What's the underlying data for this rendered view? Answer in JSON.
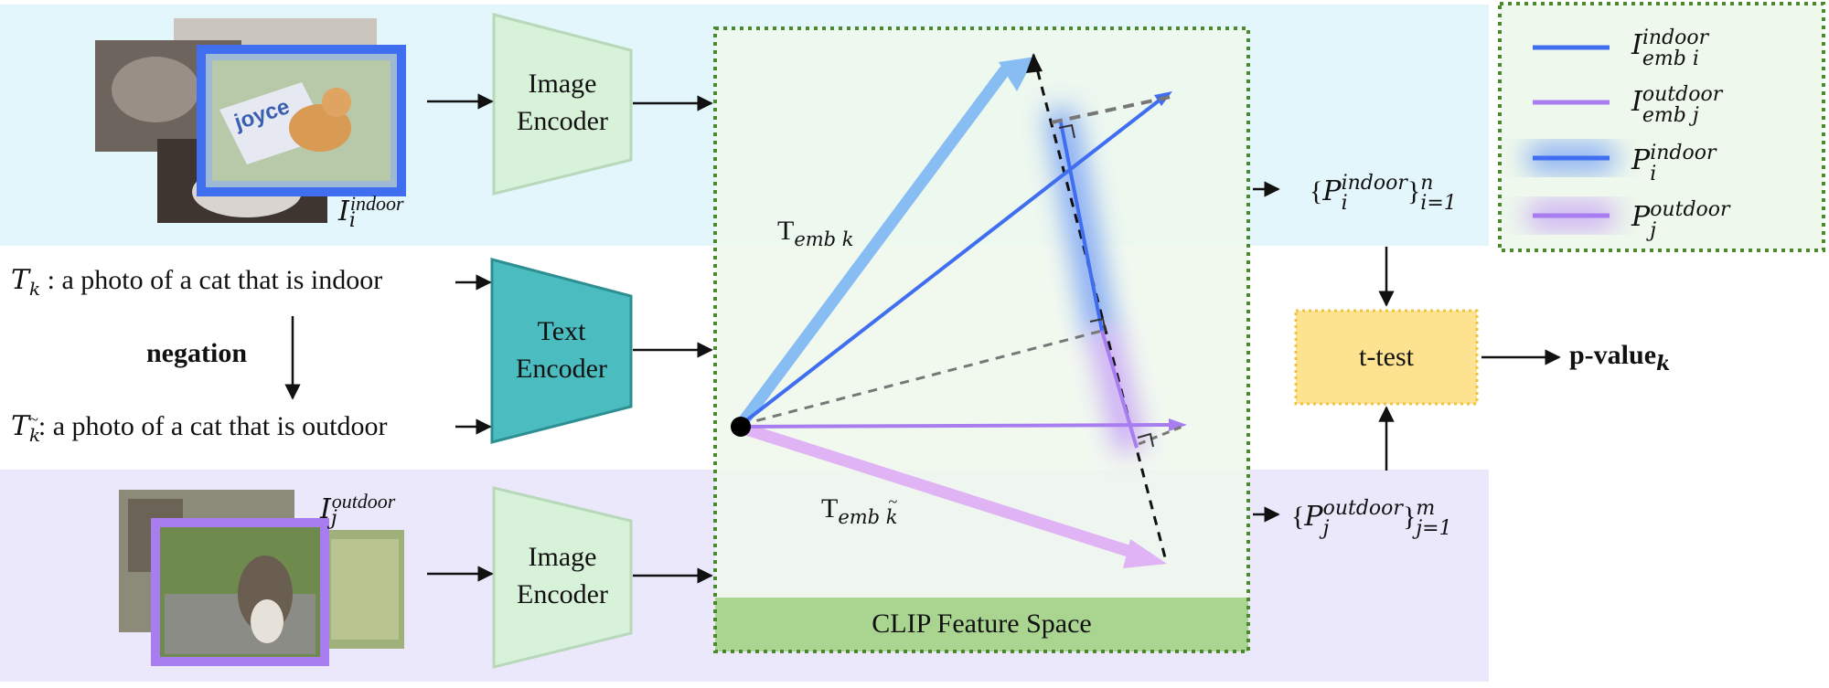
{
  "image_encoder_top": {
    "line1": "Image",
    "line2": "Encoder"
  },
  "text_encoder": {
    "line1": "Text",
    "line2": "Encoder"
  },
  "image_encoder_bottom": {
    "line1": "Image",
    "line2": "Encoder"
  },
  "prompt_indoor": {
    "symbol": "T",
    "sub": "k",
    "sep": " : ",
    "text": "a photo of a cat that is indoor"
  },
  "prompt_outdoor": {
    "symbol": "T",
    "sub": "k",
    "tilde": "~",
    "sep": ":",
    "text": "a photo of a cat that is outdoor"
  },
  "negation_label": "negation",
  "img_indoor_label": {
    "symbol": "I",
    "sub": "i",
    "sup": "indoor"
  },
  "img_outdoor_label": {
    "symbol": "I",
    "sub": "j",
    "sup": "outdoor"
  },
  "photo_indoor_tag": "joyce",
  "t_emb_k": {
    "symbol": "T",
    "sub": "emb k"
  },
  "t_emb_k_neg": {
    "symbol": "T",
    "sub": "emb k",
    "tilde": "~"
  },
  "clip_space_label": "CLIP Feature Space",
  "proj_indoor": {
    "open": "{",
    "symbol": "P",
    "sup": "indoor",
    "sub": "i",
    "close": "}",
    "range_sup": "n",
    "range_sub": "i=1"
  },
  "proj_outdoor": {
    "open": "{",
    "symbol": "P",
    "sup": "outdoor",
    "sub": "j",
    "close": "}",
    "range_sup": "m",
    "range_sub": "j=1"
  },
  "ttest_label": "t-test",
  "pvalue": {
    "text": "p-value",
    "sub": "k"
  },
  "legend": {
    "items": [
      {
        "symbol": "I",
        "sub": "emb i",
        "sup": "indoor",
        "color": "#3f6ef0"
      },
      {
        "symbol": "I",
        "sub": "emb j",
        "sup": "outdoor",
        "color": "#a87df0"
      },
      {
        "symbol": "P",
        "sub": "i",
        "sup": "indoor",
        "color": "#3f6ef0"
      },
      {
        "symbol": "P",
        "sub": "j",
        "sup": "outdoor",
        "color": "#a87df0"
      }
    ]
  },
  "colors": {
    "band_top": "#e3f6fb",
    "band_bottom": "#ebe8fb",
    "encoder_fill": "#d8f2d9",
    "text_encoder_fill": "#4bbcbf",
    "clip_border": "#4b8a2c",
    "clip_footer": "#a9d591",
    "ttest_fill": "#fde38f",
    "ttest_border": "#f2c245",
    "indoor_blue": "#3f6ef0",
    "text_blue": "#87bdf3",
    "outdoor_purple": "#a87df0",
    "text_purple": "#e0b3f4"
  }
}
